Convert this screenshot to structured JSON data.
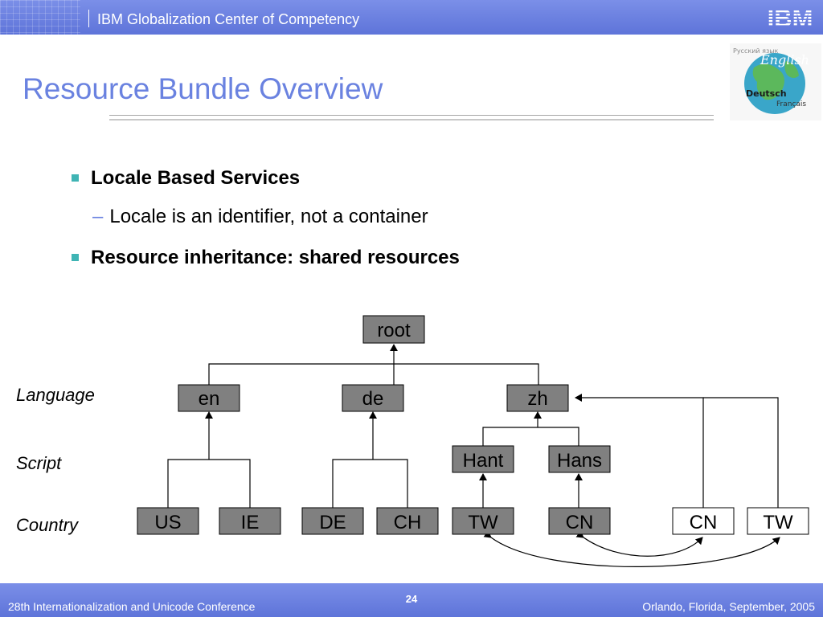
{
  "header": {
    "org_title": "IBM Globalization Center of Competency",
    "logo_text": "IBM"
  },
  "title": "Resource Bundle Overview",
  "badge": {
    "words": [
      "Русский язык",
      "English",
      "Deutsch",
      "Français"
    ]
  },
  "bullets": [
    {
      "text": "Locale Based Services",
      "subs": [
        "Locale is an identifier, not a container"
      ]
    },
    {
      "text": "Resource inheritance: shared resources",
      "subs": []
    }
  ],
  "diagram": {
    "row_labels": {
      "language": "Language",
      "script": "Script",
      "country": "Country"
    },
    "nodes": {
      "root": "root",
      "en": "en",
      "de": "de",
      "zh": "zh",
      "hant": "Hant",
      "hans": "Hans",
      "us": "US",
      "ie": "IE",
      "de_country": "DE",
      "ch": "CH",
      "tw": "TW",
      "cn": "CN",
      "cn_alias": "CN",
      "tw_alias": "TW"
    },
    "colors": {
      "node_fill": "#808080",
      "alias_fill": "#ffffff",
      "line": "#000000"
    }
  },
  "footer": {
    "conference": "28th Internationalization and Unicode Conference",
    "page": "24",
    "location": "Orlando, Florida, September, 2005"
  }
}
